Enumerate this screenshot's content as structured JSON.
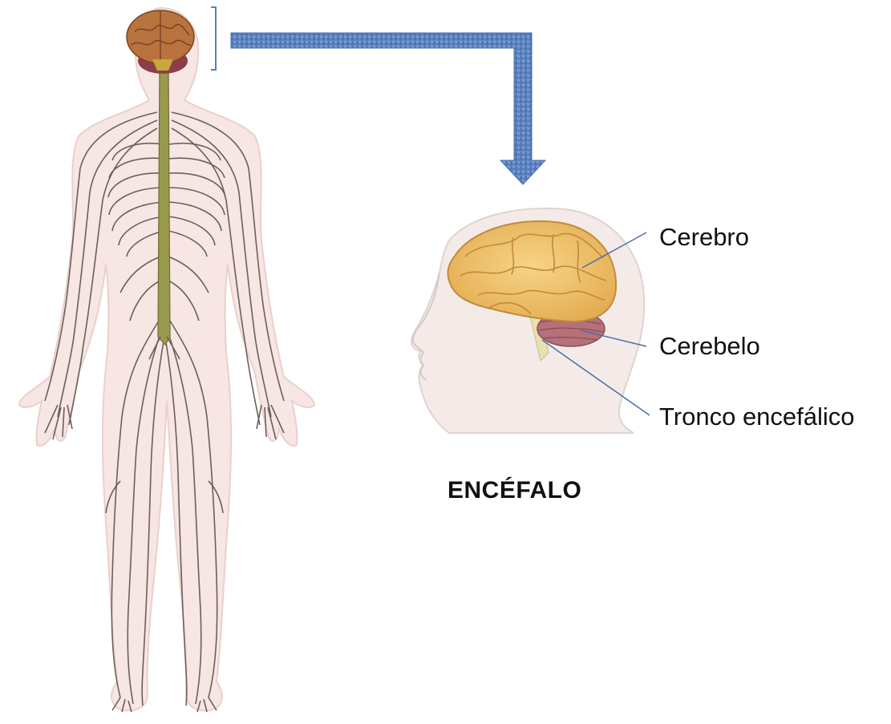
{
  "title": "ENCÉFALO",
  "labels": {
    "cerebro": "Cerebro",
    "cerebelo": "Cerebelo",
    "tronco": "Tronco encefálico"
  },
  "colors": {
    "arrow": "#5a7fbf",
    "leader_line": "#4a6ea8",
    "brain": "#f0c46e",
    "cerebellum": "#b5707a",
    "body_fill": "#f7e6e4",
    "nerve": "#6b6058",
    "spinal_cord": "#9a9a4e"
  }
}
